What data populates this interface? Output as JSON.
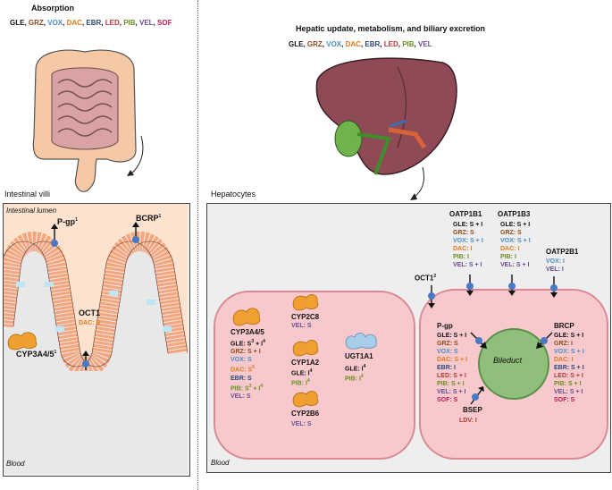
{
  "colors": {
    "GLE": "#111111",
    "GRZ": "#8b4a1e",
    "VOX": "#4a8fc7",
    "DAC": "#e07a1f",
    "EBR": "#2d4a7a",
    "LED": "#b33a3a",
    "PIB": "#6b8e23",
    "VEL": "#6a4c93",
    "SOF": "#c2185b",
    "cell_fill": "#f7c9cc",
    "cell_border": "#d98a94",
    "bile": "#8fbf7a",
    "villi": "#f4b98e",
    "transporter": "#4a78c2",
    "enzyme": "#f0a030",
    "ugt": "#a8cde8"
  },
  "absorption": {
    "title": "Absorption",
    "drugs": [
      "GLE",
      "GRZ",
      "VOX",
      "DAC",
      "EBR",
      "LED",
      "PIB",
      "VEL",
      "SOF"
    ]
  },
  "hepatic": {
    "title": "Hepatic update, metabolism, and biliary excretion",
    "drugs": [
      "GLE",
      "GRZ",
      "VOX",
      "DAC",
      "EBR",
      "LED",
      "PIB",
      "VEL"
    ]
  },
  "intestinal": {
    "section_title": "Intestinal villi",
    "lumen_label": "Intestinal lumen",
    "blood_label": "Blood",
    "pgp": {
      "label": "P-gp",
      "sup": "1"
    },
    "bcrp": {
      "label": "BCRP",
      "sup": "1"
    },
    "oct1": {
      "label": "OCT1",
      "line": "DAC: S"
    },
    "cyp": {
      "label": "CYP3A4/5",
      "sup": "1"
    }
  },
  "hepatocytes": {
    "section_title": "Hepatocytes",
    "blood_label": "Blood",
    "cyp3a45": {
      "label": "CYP3A4/5",
      "lines": [
        {
          "drug": "GLE",
          "text": "GLE: S",
          "sup1": "3",
          "mid": " + I",
          "sup2": "4"
        },
        {
          "drug": "GRZ",
          "text": "GRZ: S + I"
        },
        {
          "drug": "VOX",
          "text": "VOX: S"
        },
        {
          "drug": "DAC",
          "text": "DAC: S",
          "sup1": "5"
        },
        {
          "drug": "EBR",
          "text": "EBR: S"
        },
        {
          "drug": "PIB",
          "text": "PIB: S",
          "sup1": "3",
          "mid": " + I",
          "sup2": "4"
        },
        {
          "drug": "VEL",
          "text": "VEL: S"
        }
      ]
    },
    "cyp2c8": {
      "label": "CYP2C8",
      "line": "VEL: S"
    },
    "cyp1a2": {
      "label": "CYP1A2",
      "lines": [
        {
          "drug": "GLE",
          "text": "GLE: I",
          "sup": "4"
        },
        {
          "drug": "PIB",
          "text": "PIB: I",
          "sup": "4"
        }
      ]
    },
    "cyp2b6": {
      "label": "CYP2B6",
      "line": "VEL: S"
    },
    "ugt1a1": {
      "label": "UGT1A1",
      "lines": [
        {
          "drug": "GLE",
          "text": "GLE: I",
          "sup": "4"
        },
        {
          "drug": "PIB",
          "text": "PIB: I",
          "sup": "4"
        }
      ]
    },
    "oatp1b1": {
      "label": "OATP1B1",
      "lines": [
        {
          "drug": "GLE",
          "text": "GLE: S + I"
        },
        {
          "drug": "GRZ",
          "text": "GRZ: S"
        },
        {
          "drug": "VOX",
          "text": "VOX: S + I"
        },
        {
          "drug": "DAC",
          "text": "DAC: I"
        },
        {
          "drug": "PIB",
          "text": "PIB: I"
        },
        {
          "drug": "VEL",
          "text": "VEL: S + I"
        }
      ]
    },
    "oatp1b3": {
      "label": "OATP1B3",
      "lines": [
        {
          "drug": "GLE",
          "text": "GLE: S + I"
        },
        {
          "drug": "GRZ",
          "text": "GRZ: S"
        },
        {
          "drug": "VOX",
          "text": "VOX: S + I"
        },
        {
          "drug": "DAC",
          "text": "DAC: I"
        },
        {
          "drug": "PIB",
          "text": "PIB: I"
        },
        {
          "drug": "VEL",
          "text": "VEL: S + I"
        }
      ]
    },
    "oatp2b1": {
      "label": "OATP2B1",
      "lines": [
        {
          "drug": "VOX",
          "text": "VOX: I"
        },
        {
          "drug": "VEL",
          "text": "VEL: I"
        }
      ]
    },
    "oct1": {
      "label": "OCT1",
      "sup": "2"
    },
    "pgp": {
      "label": "P-gp",
      "lines": [
        {
          "drug": "GLE",
          "text": "GLE: S + I"
        },
        {
          "drug": "GRZ",
          "text": "GRZ: S"
        },
        {
          "drug": "VOX",
          "text": "VOX: S"
        },
        {
          "drug": "DAC",
          "text": "DAC: S + I"
        },
        {
          "drug": "EBR",
          "text": "EBR: I"
        },
        {
          "drug": "LED",
          "text": "LED: S + I"
        },
        {
          "drug": "PIB",
          "text": "PIB: S + I"
        },
        {
          "drug": "VEL",
          "text": "VEL: S + I"
        },
        {
          "drug": "SOF",
          "text": "SOF: S"
        }
      ]
    },
    "brcp": {
      "label": "BRCP",
      "lines": [
        {
          "drug": "GLE",
          "text": "GLE: S + I"
        },
        {
          "drug": "GRZ",
          "text": "GRZ: I"
        },
        {
          "drug": "VOX",
          "text": "VOX: S + I"
        },
        {
          "drug": "DAC",
          "text": "DAC: I"
        },
        {
          "drug": "EBR",
          "text": "EBR: S + I"
        },
        {
          "drug": "LED",
          "text": "LED: S + I"
        },
        {
          "drug": "PIB",
          "text": "PIB: S + I"
        },
        {
          "drug": "VEL",
          "text": "VEL: S + I"
        },
        {
          "drug": "SOF",
          "text": "SOF: S"
        }
      ]
    },
    "bileduct": "Bileduct",
    "bsep": {
      "label": "BSEP",
      "line": "LDV: I"
    }
  }
}
